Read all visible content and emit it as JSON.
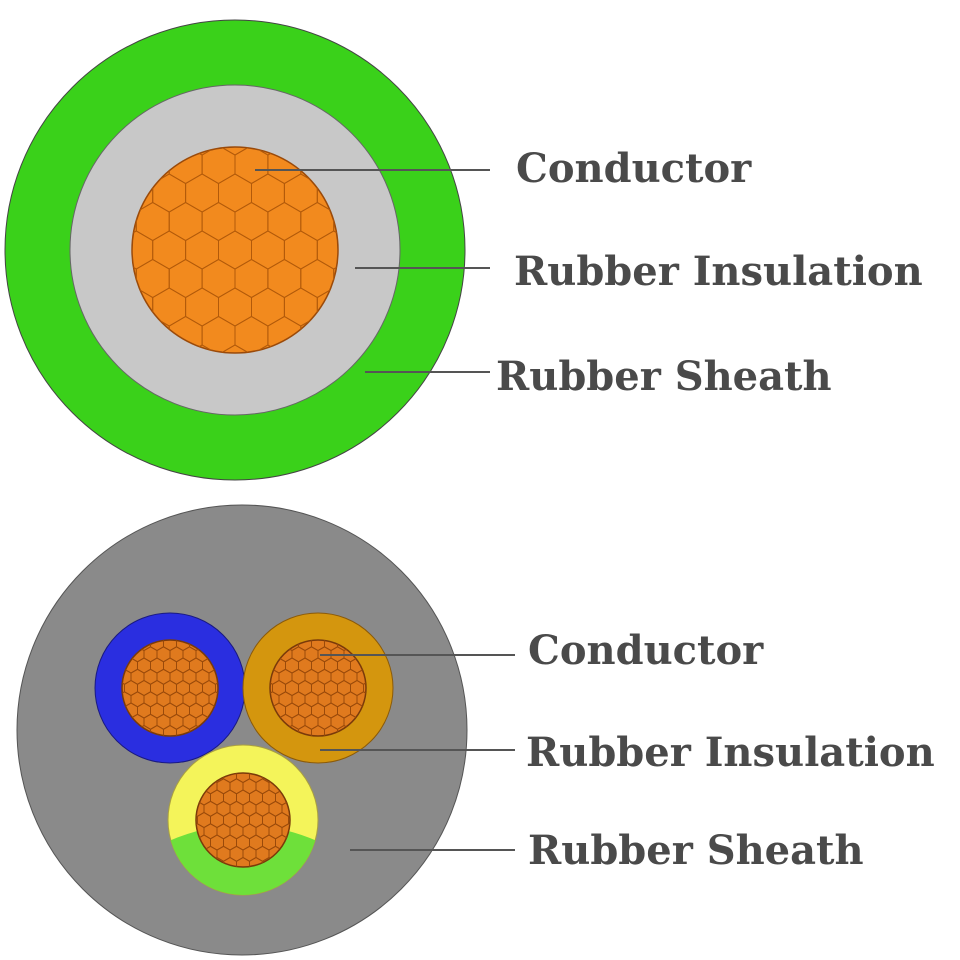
{
  "single_core": {
    "labels": {
      "conductor": "Conductor",
      "insulation": "Rubber Insulation",
      "sheath": "Rubber Sheath"
    },
    "colors": {
      "sheath": "#3ad11a",
      "insulation": "#c8c8c8",
      "conductor": "#f28a1e",
      "strand_line": "#b25a0a"
    }
  },
  "three_core": {
    "labels": {
      "conductor": "Conductor",
      "insulation": "Rubber Insulation",
      "sheath": "Rubber Sheath"
    },
    "colors": {
      "sheath": "#8a8a8a",
      "core_blue": "#2a2ee0",
      "core_brown": "#d4960e",
      "core_yellow": "#f4f45a",
      "core_green": "#6ee03a",
      "conductor": "#e07a1e",
      "strand_line": "#9a4a0a"
    }
  },
  "leader_line_color": "#555555",
  "text_color": "#4a4a4a"
}
